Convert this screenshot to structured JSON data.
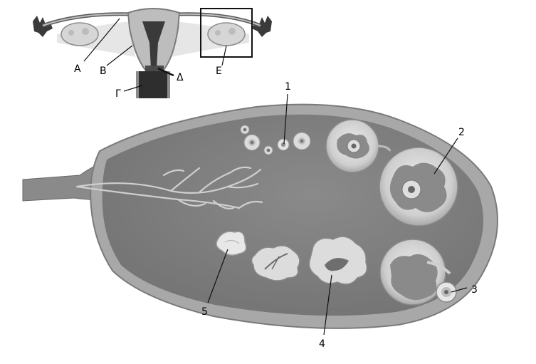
{
  "diagram": {
    "inset_labels": {
      "a": "Α",
      "b": "Β",
      "g": "Γ",
      "d": "Δ",
      "e": "Ε"
    },
    "callouts": {
      "n1": "1",
      "n2": "2",
      "n3": "3",
      "n4": "4",
      "n5": "5"
    },
    "colors": {
      "ovary_body": "#7c7c7c",
      "ovary_rim": "#a9a9a9",
      "follicle": "#d0d0d0",
      "dark": "#2e2e2e",
      "background": "#ffffff"
    }
  }
}
